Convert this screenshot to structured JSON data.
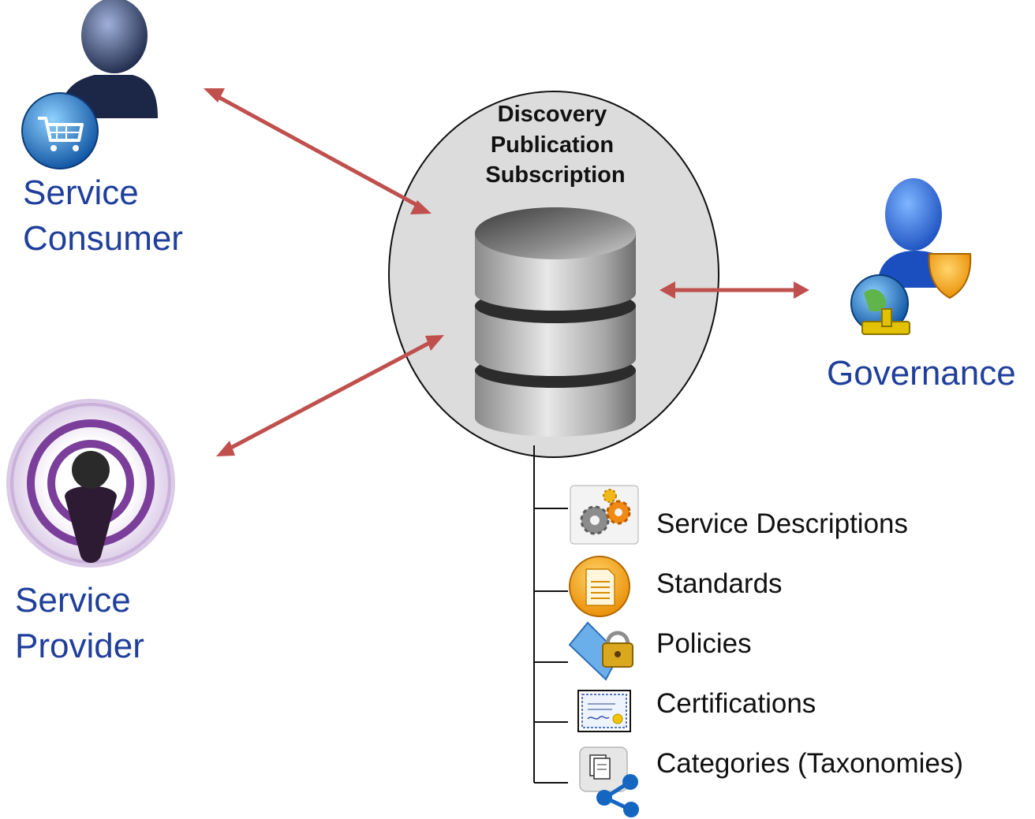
{
  "hub": {
    "lines": [
      "Discovery",
      "Publication",
      "Subscription"
    ]
  },
  "actors": {
    "consumer": {
      "lines": [
        "Service",
        "Consumer"
      ],
      "icon": "consumer-shopping-cart-icon"
    },
    "provider": {
      "lines": [
        "Service",
        "Provider"
      ],
      "icon": "podcast-broadcaster-icon"
    },
    "governance": {
      "label": "Governance",
      "icon": "governance-user-badge-icon"
    }
  },
  "registry": {
    "icon": "database-icon",
    "items": [
      {
        "label": "Service Descriptions",
        "icon": "gears-icon"
      },
      {
        "label": "Standards",
        "icon": "document-icon"
      },
      {
        "label": "Policies",
        "icon": "locked-folder-icon"
      },
      {
        "label": "Certifications",
        "icon": "certificate-icon"
      },
      {
        "label": "Categories (Taxonomies)",
        "icon": "taxonomy-network-icon"
      }
    ]
  },
  "colors": {
    "arrow": "#c0504d",
    "label_blue": "#1f3f9b",
    "hub_fill": "#dcdcdc"
  }
}
